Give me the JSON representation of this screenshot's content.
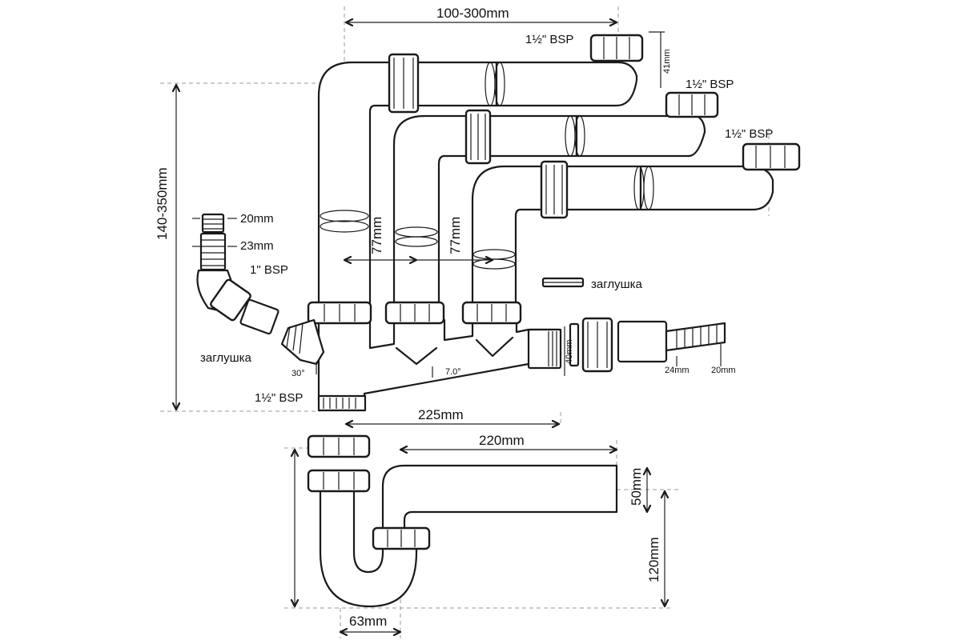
{
  "labels": {
    "top_width": "100-300mm",
    "bsp_1": "1½\" BSP",
    "bsp_2": "1½\" BSP",
    "bsp_3": "1½\" BSP",
    "bsp_1in": "1\" BSP",
    "bsp_bottom": "1½\" BSP",
    "height_range": "140-350mm",
    "d20_left": "20mm",
    "d23": "23mm",
    "spacing_1": "77mm",
    "spacing_2": "77mm",
    "zaglushka_right": "заглушка",
    "zaglushka_left": "заглушка",
    "d41": "41mm",
    "d40": "40mm",
    "d24": "24mm",
    "d20_right": "20mm",
    "angle_30": "30°",
    "angle_7": "7.0°",
    "len_225": "225mm",
    "len_220": "220mm",
    "d50": "50mm",
    "h120": "120mm",
    "w63": "63mm"
  }
}
